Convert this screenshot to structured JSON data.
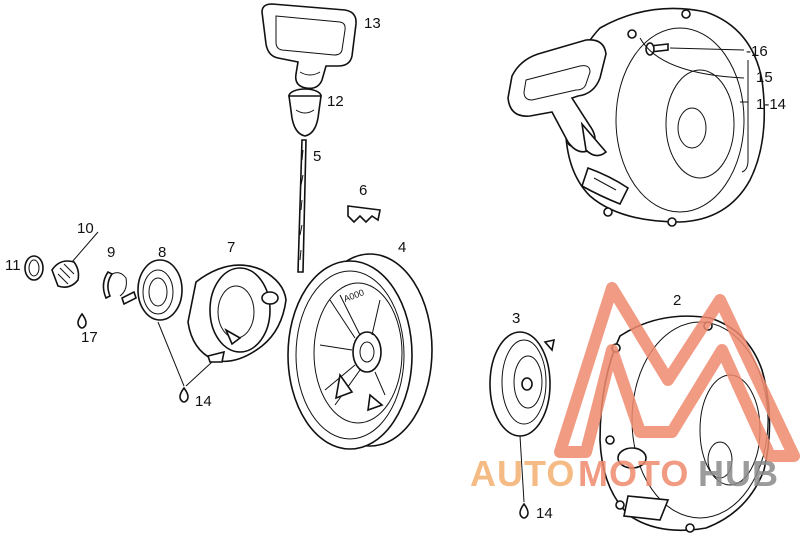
{
  "labels": {
    "p13": "13",
    "p12": "12",
    "p5": "5",
    "p6": "6",
    "p4": "4",
    "p7": "7",
    "p8": "8",
    "p9": "9",
    "p10": "10",
    "p11": "11",
    "p17": "17",
    "p14a": "14",
    "p3": "3",
    "p14b": "14",
    "p2": "2",
    "p16": "-16",
    "p15": "15",
    "p1_14": "1-14",
    "wheel_text": "A000"
  },
  "watermark": {
    "auto": "AUTO",
    "moto": "MOTO",
    "hub": "HUB",
    "color_primary": "#f08a6e",
    "color_accent": "#f4b070",
    "color_hub": "#8a8a8a"
  }
}
